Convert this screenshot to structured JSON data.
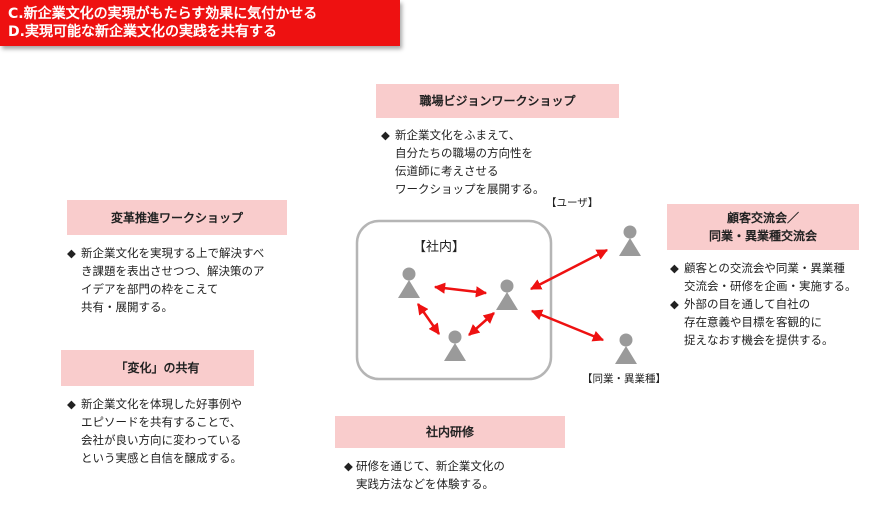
{
  "banner": {
    "line1": "C.新企業文化の実現がもたらす効果に気付かせる",
    "line2": "D.実現可能な新企業文化の実践を共有する"
  },
  "workshop_vision": {
    "title": "職場ビジョンワークショップ",
    "bullet": "◆",
    "lines": [
      "新企業文化をふまえて、",
      "自分たちの職場の方向性を",
      "伝道師に考えさせる",
      "ワークショップを展開する。"
    ]
  },
  "workshop_reform": {
    "title": "変革推進ワークショップ",
    "bullet": "◆",
    "lines": [
      "新企業文化を実現する上で解決すべ",
      "き課題を表出させつつ、解決策のア",
      "イデアを部門の枠をこえて",
      "共有・展開する。"
    ]
  },
  "share_change": {
    "title": "「変化」の共有",
    "bullet": "◆",
    "lines": [
      "新企業文化を体現した好事例や",
      "エピソードを共有することで、",
      "会社が良い方向に変わっている",
      "という実感と自信を醸成する。"
    ]
  },
  "training": {
    "title": "社内研修",
    "bullet": "◆",
    "lines": [
      "研修を通じて、新企業文化の",
      "実践方法などを体験する。"
    ]
  },
  "customer": {
    "title_line1": "顧客交流会／",
    "title_line2": "同業・異業種交流会",
    "bullet": "◆",
    "item1": [
      "顧客との交流会や同業・異業種",
      "交流会・研修を企画・実施する。"
    ],
    "item2": [
      "外部の目を通して自社の",
      "存在意義や目標を客観的に",
      "捉えなおす機会を提供する。"
    ]
  },
  "diagram": {
    "internal_label": "【社内】",
    "user_label": "【ユーザ】",
    "industry_label": "【同業・異業種】",
    "arrow_color": "#ee1111",
    "person_color": "#9a9a9a"
  }
}
